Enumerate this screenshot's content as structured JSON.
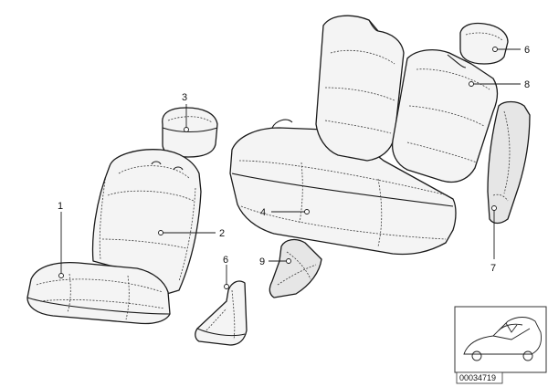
{
  "callouts": {
    "c1": "1",
    "c2": "2",
    "c3": "3",
    "c4": "4",
    "c5": "6",
    "c6": "9",
    "c7": "7",
    "c8": "8",
    "c9": "6"
  },
  "thumbnail": {
    "code": "00034719"
  },
  "colors": {
    "line": "#1a1a1a",
    "fill": "#f4f4f4",
    "background": "#ffffff"
  }
}
